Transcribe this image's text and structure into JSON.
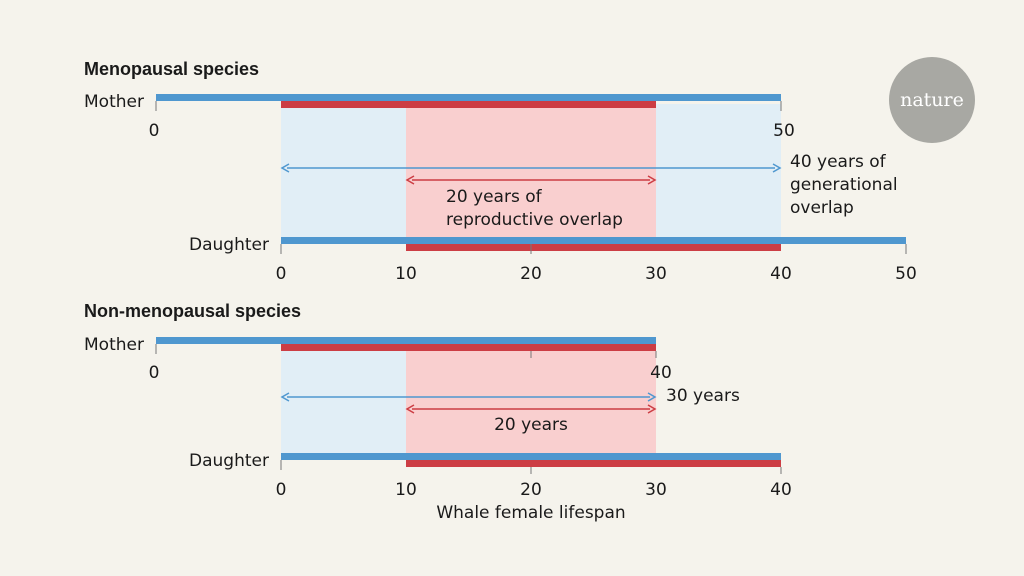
{
  "colors": {
    "background": "#f5f3ec",
    "lifespan_bar": "#4f97cf",
    "reproductive_bar": "#cc3d44",
    "generational_overlap_fill": "#e1eef6",
    "reproductive_overlap_fill": "#f9cfcf",
    "generational_arrow": "#4f97cf",
    "reproductive_arrow": "#cc3d44",
    "logo": "#a8a8a3"
  },
  "logo": {
    "text": "nature"
  },
  "panels": [
    {
      "heading": "Menopausal species",
      "mother_label": "Mother",
      "daughter_label": "Daughter",
      "mother_ticks": [
        "0",
        "50"
      ],
      "daughter_ticks": [
        "0",
        "10",
        "20",
        "30",
        "40",
        "50"
      ],
      "generational_overlap_text": [
        "40 years of",
        "generational",
        "overlap"
      ],
      "reproductive_overlap_text": [
        "20 years of",
        "reproductive overlap"
      ]
    },
    {
      "heading": "Non-menopausal species",
      "mother_label": "Mother",
      "daughter_label": "Daughter",
      "mother_ticks": [
        "0",
        "40"
      ],
      "daughter_ticks": [
        "0",
        "10",
        "20",
        "30",
        "40"
      ],
      "generational_overlap_text": [
        "30 years"
      ],
      "reproductive_overlap_text": [
        "20 years"
      ],
      "axis_label": "Whale female lifespan"
    }
  ]
}
